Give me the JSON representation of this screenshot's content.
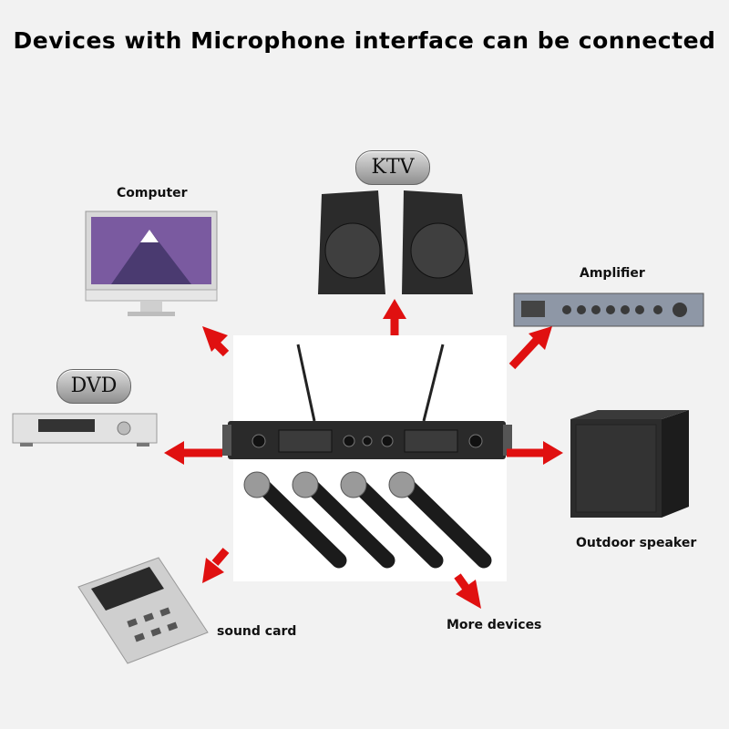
{
  "title": "Devices with Microphone interface can be connected",
  "badges": {
    "ktv": "KTV",
    "dvd": "DVD"
  },
  "labels": {
    "computer": "Computer",
    "amplifier": "Amplifier",
    "outdoor_speaker": "Outdoor speaker",
    "sound_card": "sound card",
    "more_devices": "More devices"
  },
  "colors": {
    "arrow": "#e01010",
    "background": "#f2f2f2"
  }
}
